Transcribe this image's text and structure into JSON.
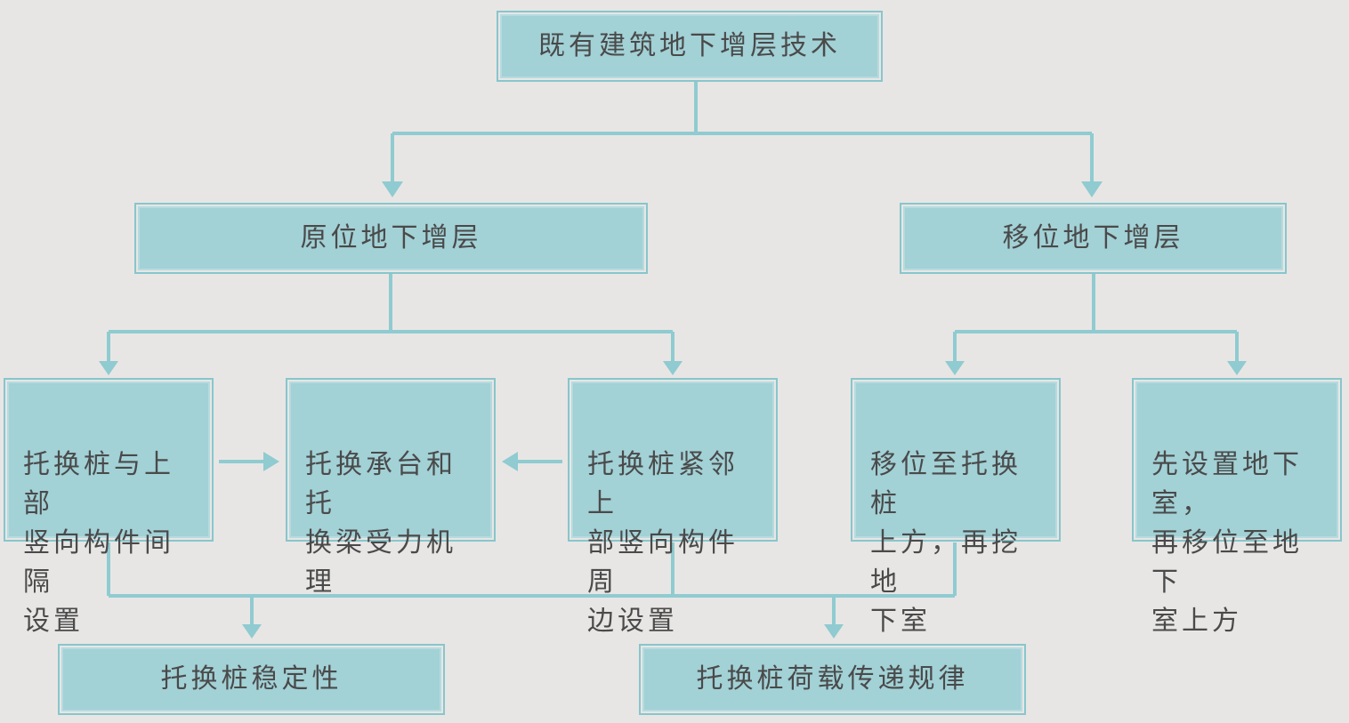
{
  "nodes": {
    "root": "既有建筑地下增层技术",
    "in_situ": "原位地下增层",
    "relocation": "移位地下增层",
    "pile_interval": "托换桩与上部\n竖向构件间隔\n设置",
    "mechanism": "托换承台和托\n换梁受力机理",
    "pile_adjacent": "托换桩紧邻上\n部竖向构件周\n边设置",
    "move_then_dig": "移位至托换桩\n上方，再挖地\n下室",
    "build_then_move": "先设置地下室，\n再移位至地下\n室上方",
    "stability": "托换桩稳定性",
    "load_transfer": "托换桩荷载传递规律"
  },
  "colors": {
    "background": "#e8e6e4",
    "box_fill": "#a2d1d6",
    "connector": "#8fcbd1",
    "text": "#4a4a4a"
  }
}
